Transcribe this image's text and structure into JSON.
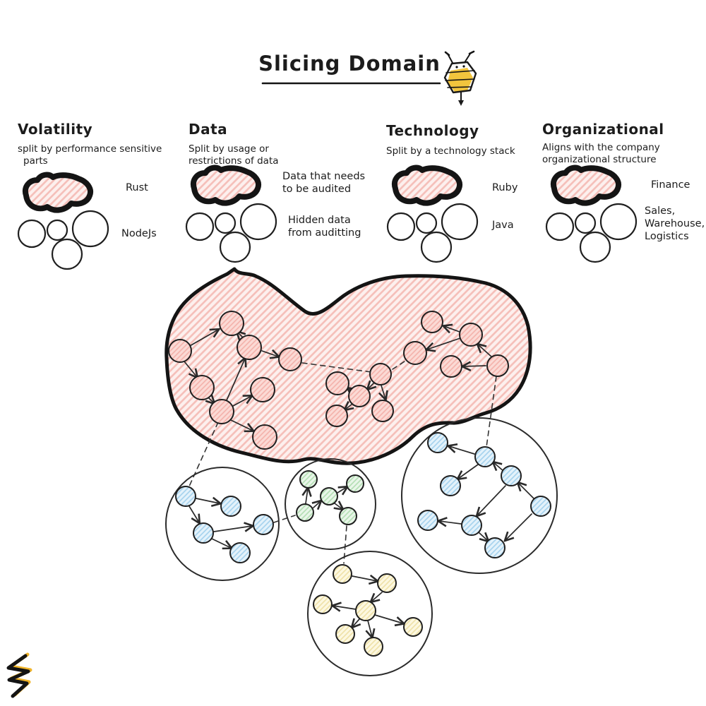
{
  "title": "Slicing Domain",
  "icons": {
    "header": "bee-icon",
    "corner": "squiggle-logo-icon"
  },
  "columns": [
    {
      "heading": "Volatility",
      "desc": [
        "split by performance sensitive",
        "parts"
      ],
      "blob_label": [
        "Rust"
      ],
      "circles_label": [
        "NodeJs"
      ]
    },
    {
      "heading": "Data",
      "desc": [
        "Split by usage or",
        "restrictions of data"
      ],
      "blob_label": [
        "Data that needs",
        "to be audited"
      ],
      "circles_label": [
        "Hidden data",
        "from auditting"
      ]
    },
    {
      "heading": "Technology",
      "desc": [
        "Split by a technology stack"
      ],
      "blob_label": [
        "Ruby"
      ],
      "circles_label": [
        "Java"
      ]
    },
    {
      "heading": "Organizational",
      "desc": [
        "Aligns with the company",
        "organizational structure"
      ],
      "blob_label": [
        "Finance"
      ],
      "circles_label": [
        "Sales,",
        "Warehouse,",
        "Logistics"
      ]
    }
  ],
  "colors": {
    "ink": "#1c1c1c",
    "pink_fill": "#f8ccc6",
    "pink_hatch": "#f5beb8",
    "blue_fill": "#cde7f7",
    "green_fill": "#d9efd9",
    "yellow_fill": "#fbf3d3",
    "bee_yellow": "#f2c53d"
  }
}
